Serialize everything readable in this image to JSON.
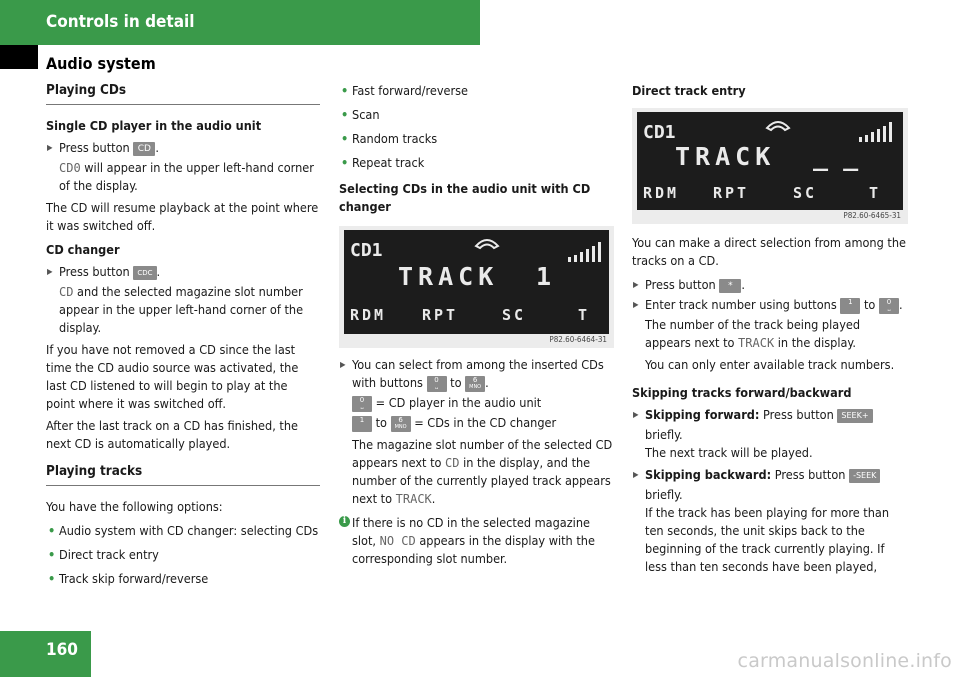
{
  "header": {
    "title": "Controls in detail",
    "subtitle": "Audio system",
    "page_number": "160",
    "watermark": "carmanualsonline.info"
  },
  "col1": {
    "title": "Playing CDs",
    "single_heading": "Single CD player in the audio unit",
    "press_button": "Press button",
    "cd_key": "CD",
    "cd0_code": "CD0",
    "cd0_rest": " will appear in the upper left-hand corner of the display.",
    "resume": "The CD will resume playback at the point where it was switched off.",
    "changer_heading": "CD changer",
    "cdc_key": "CDC",
    "cd_code": "CD",
    "cd_rest": " and the selected magazine slot number appear in the upper left-hand corner of the display.",
    "not_removed": "If you have not removed a CD since the last time the CD audio source was activated, the last CD listened to will begin to play at the point where it was switched off.",
    "after_last": "After the last track on a CD has finished, the next CD is automatically played.",
    "tracks_title": "Playing tracks",
    "options_intro": "You have the following options:",
    "opt1": "Audio system with CD changer: selecting CDs",
    "opt2": "Direct track entry",
    "opt3": "Track skip forward/reverse"
  },
  "col2": {
    "opt4": "Fast forward/reverse",
    "opt5": "Scan",
    "opt6": "Random tracks",
    "opt7": "Repeat track",
    "selecting_heading": "Selecting CDs in the audio unit with CD changer",
    "display": {
      "cd": "CD1",
      "track": "TRACK",
      "track_num": "1",
      "rdm": "RDM",
      "rpt": "RPT",
      "sc": "SC",
      "t": "T",
      "ref": "P82.60-6464-31"
    },
    "select_text": "You can select from among the inserted CDs with buttons",
    "to": "to",
    "key0": "0",
    "key0_sub": "␣",
    "key6": "6",
    "key6_sub": "MNO",
    "key1": "1",
    "eq_player": "= CD player in the audio unit",
    "eq_changer": "= CDs in the CD changer",
    "slot_a": "The magazine slot number of the selected CD appears next to ",
    "slot_cd": "CD",
    "slot_b": " in the display, and the number of the currently played track appears next to ",
    "slot_track": "TRACK",
    "note_a": "If there is no CD in the selected magazine slot, ",
    "note_nocd": "NO CD",
    "note_b": " appears in the display with the corresponding slot number."
  },
  "col3": {
    "direct_heading": "Direct track entry",
    "display": {
      "cd": "CD1",
      "track": "TRACK",
      "track_num": "_ _",
      "rdm": "RDM",
      "rpt": "RPT",
      "sc": "SC",
      "t": "T",
      "ref": "P82.60-6465-31"
    },
    "direct_text": "You can make a direct selection from among the tracks on a CD.",
    "press_button": "Press button",
    "star_key": "*",
    "enter_a": "Enter track number using buttons",
    "to": "to",
    "key1": "1",
    "key0": "0",
    "key0_sub": "␣",
    "number_a": "The number of the track being played appears next to ",
    "number_track": "TRACK",
    "number_b": " in the display.",
    "only_avail": "You can only enter available track numbers.",
    "skip_heading": "Skipping tracks forward/backward",
    "skip_fwd_label": "Skipping forward:",
    "skip_fwd_press": " Press button ",
    "seek_plus_key": "SEEK+",
    "briefly": "briefly.",
    "next_track": "The next track will be played.",
    "skip_back_label": "Skipping backward:",
    "skip_back_press": " Press button ",
    "seek_minus_key": "-SEEK",
    "back_rest": "If the track has been playing for more than ten seconds, the unit skips back to the beginning of the track currently playing. If less than ten seconds have been played,"
  },
  "colors": {
    "accent": "#3a9a4a",
    "key_bg": "#8a8a8a",
    "lcd_bg": "#1c1c1c"
  },
  "icons": {
    "step": "triangle-right-icon",
    "note": "info-icon",
    "phone": "phone-icon",
    "signal": "signal-bars-icon"
  }
}
